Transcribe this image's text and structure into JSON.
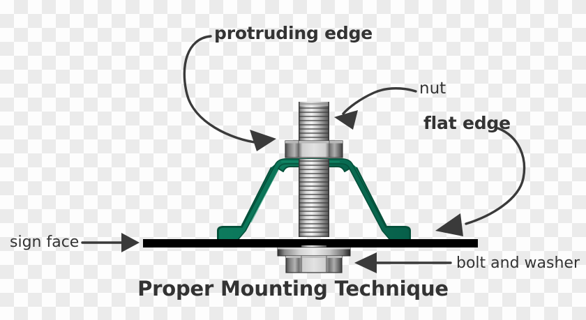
{
  "diagram": {
    "title": "Proper Mounting Technique",
    "labels": {
      "protruding_edge": "protruding edge",
      "nut": "nut",
      "flat_edge": "flat edge",
      "sign_face": "sign face",
      "bolt_and_washer": "bolt and washer"
    },
    "colors": {
      "bracket_green": "#0a7055",
      "bracket_green_dark": "#05503a",
      "sign_face_black": "#000000",
      "label_text": "#333333",
      "arrow": "#3a3a3a",
      "metal_light": "#e8e8e8",
      "metal_mid": "#9a9a9a",
      "metal_dark": "#4a4a4a",
      "canvas_check_light": "#fdfdfd",
      "canvas_check_dark": "#ebebeb"
    },
    "parts": [
      {
        "name": "threaded-bolt-shaft",
        "material": "steel",
        "orientation": "vertical"
      },
      {
        "name": "hex-nut-upper",
        "material": "steel"
      },
      {
        "name": "green-mounting-bracket",
        "shape": "trapezoid",
        "material": "coated-steel"
      },
      {
        "name": "sign-face-panel",
        "shape": "horizontal-bar"
      },
      {
        "name": "washer-lower",
        "material": "steel"
      },
      {
        "name": "hex-nut-lower",
        "material": "steel"
      }
    ],
    "annotations": [
      {
        "label": "protruding edge",
        "arrow": "curved",
        "points_to": "green-bracket-top-left-corner"
      },
      {
        "label": "nut",
        "arrow": "curved",
        "points_to": "hex-nut-upper"
      },
      {
        "label": "flat edge",
        "arrow": "curved",
        "points_to": "green-bracket-right-foot"
      },
      {
        "label": "sign face",
        "arrow": "straight",
        "points_to": "sign-face-panel"
      },
      {
        "label": "bolt and washer",
        "arrow": "straight",
        "points_to": "washer-and-nut-below-panel"
      }
    ]
  }
}
